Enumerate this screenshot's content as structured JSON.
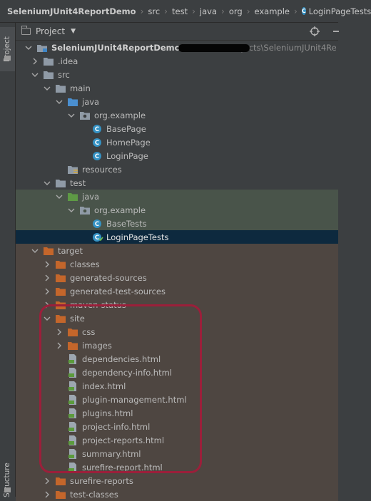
{
  "breadcrumb": [
    "SeleniumJUnit4ReportDemo",
    "src",
    "test",
    "java",
    "org",
    "example",
    "LoginPageTests"
  ],
  "side_tabs": {
    "project": "Project",
    "structure": "Structure"
  },
  "panel": {
    "title": "Project",
    "dropdown_icon": "caret-down-icon"
  },
  "project_root": {
    "name": "SeleniumJUnit4ReportDemo",
    "path": "C:\\            \\Vibha\\Projects\\SeleniumJUnit4Re"
  },
  "tree": {
    "idea": ".idea",
    "src": "src",
    "main": "main",
    "main_java": "java",
    "main_pkg": "org.example",
    "base_page": "BasePage",
    "home_page": "HomePage",
    "login_page": "LoginPage",
    "resources": "resources",
    "test": "test",
    "test_java": "java",
    "test_pkg": "org.example",
    "base_tests": "BaseTests",
    "login_page_tests": "LoginPageTests",
    "target": "target",
    "classes": "classes",
    "generated_sources": "generated-sources",
    "generated_test_sources": "generated-test-sources",
    "maven_status": "maven-status",
    "site": "site",
    "css": "css",
    "images": "images",
    "dependencies": "dependencies.html",
    "dependency_info": "dependency-info.html",
    "index": "index.html",
    "plugin_management": "plugin-management.html",
    "plugins": "plugins.html",
    "project_info": "project-info.html",
    "project_reports": "project-reports.html",
    "summary": "summary.html",
    "surefire_report": "surefire-report.html",
    "surefire_reports": "surefire-reports",
    "test_classes": "test-classes"
  },
  "colors": {
    "background": "#3c3f41",
    "selection": "#0d293e",
    "test_sources_bg": "#49544a",
    "excluded_bg": "#4e4641",
    "class_icon": "#3592c4",
    "excluded_folder": "#c4662b",
    "test_folder": "#5e9a45",
    "source_folder": "#4a8fd0",
    "highlight_box": "#9b1f3a"
  }
}
